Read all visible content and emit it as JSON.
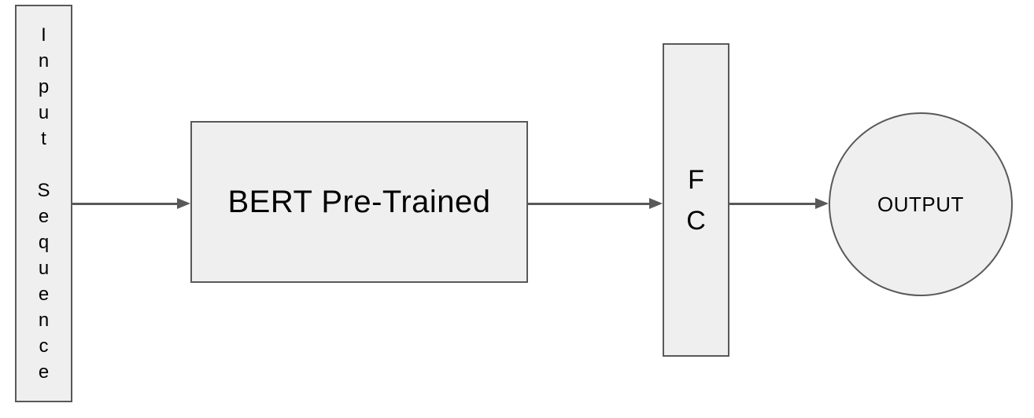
{
  "nodes": {
    "input": {
      "label": "Input Sequence",
      "shape": "rectangle",
      "text_orientation": "vertical"
    },
    "bert": {
      "label": "BERT Pre-Trained",
      "shape": "rectangle",
      "text_orientation": "horizontal"
    },
    "fc": {
      "label": "FC",
      "shape": "rectangle",
      "text_orientation": "vertical"
    },
    "output": {
      "label": "OUTPUT",
      "shape": "circle",
      "text_orientation": "horizontal"
    }
  },
  "edges": [
    {
      "from": "input",
      "to": "bert"
    },
    {
      "from": "bert",
      "to": "fc"
    },
    {
      "from": "fc",
      "to": "output"
    }
  ],
  "colors": {
    "background": "#ffffff",
    "node_fill": "#efefef",
    "node_stroke": "#595959",
    "arrow": "#595959",
    "text": "#000000"
  }
}
